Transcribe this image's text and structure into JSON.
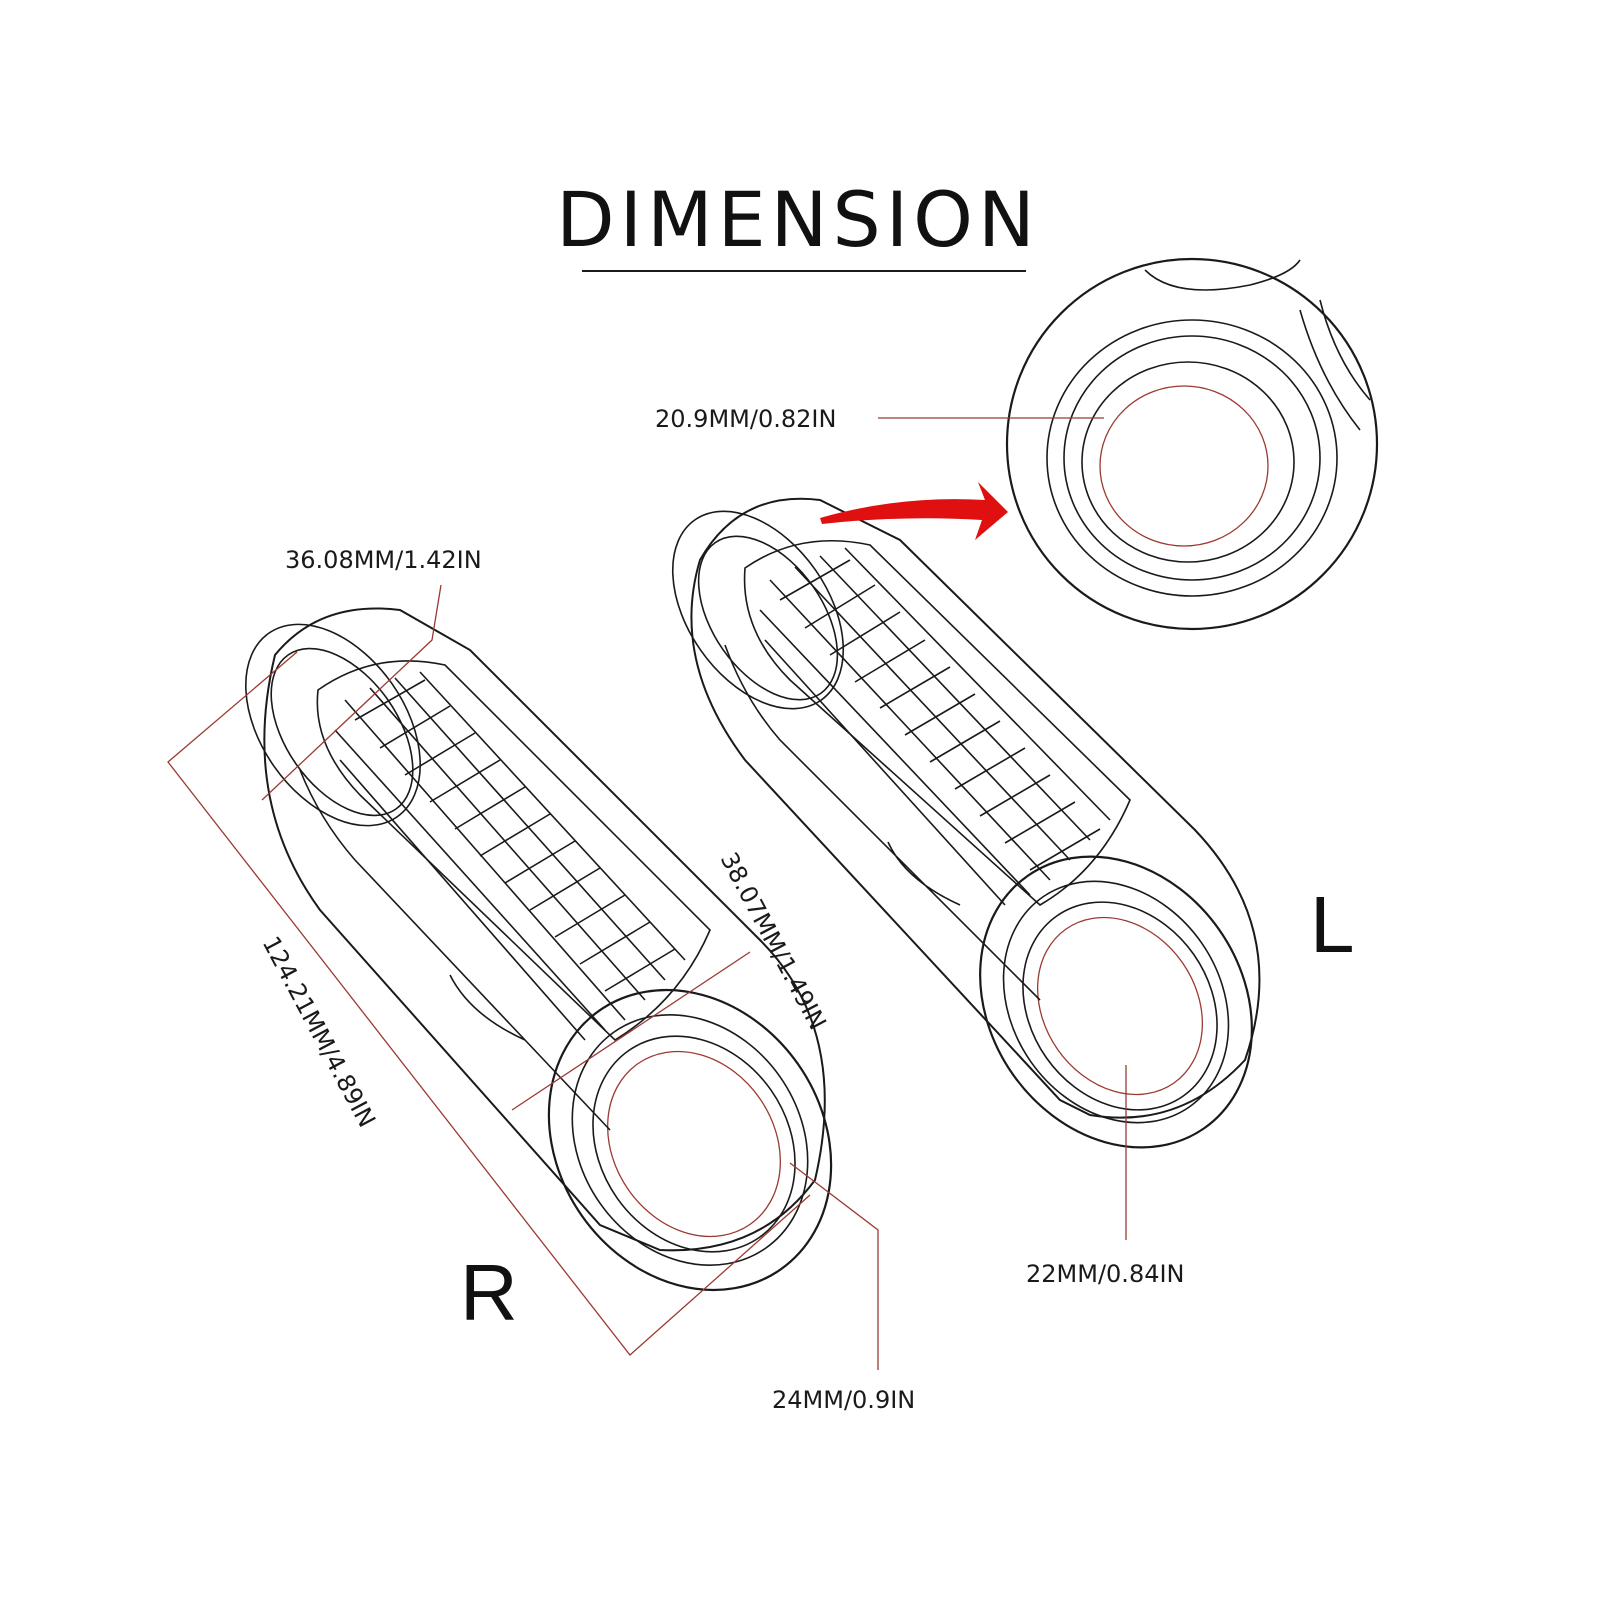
{
  "title": "DIMENSION",
  "colors": {
    "ink": "#1a1a1a",
    "dimension_line": "#9b3a32",
    "arrow": "#e01010"
  },
  "grips": {
    "right": {
      "label": "R"
    },
    "left": {
      "label": "L"
    }
  },
  "dimensions": {
    "inner_end_diameter": "20.9MM/0.82IN",
    "outer_end_diameter": "36.08MM/1.42IN",
    "body_diameter": "38.07MM/1.49IN",
    "length": "124.21MM/4.89IN",
    "right_bore": "24MM/0.9IN",
    "left_bore": "22MM/0.84IN"
  }
}
